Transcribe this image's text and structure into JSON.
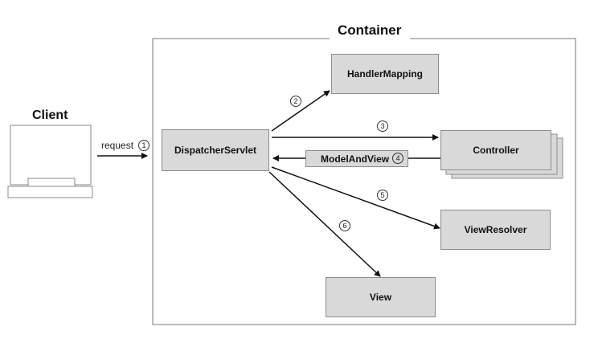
{
  "container": {
    "title": "Container"
  },
  "client": {
    "title": "Client"
  },
  "request": {
    "label": "request",
    "step": "1"
  },
  "components": {
    "dispatcher": "DispatcherServlet",
    "handler_mapping": "HandlerMapping",
    "controller": "Controller",
    "model_and_view": "ModelAndView",
    "view_resolver": "ViewResolver",
    "view": "View"
  },
  "steps": {
    "s2": "2",
    "s3": "3",
    "s4": "4",
    "s5": "5",
    "s6": "6"
  }
}
